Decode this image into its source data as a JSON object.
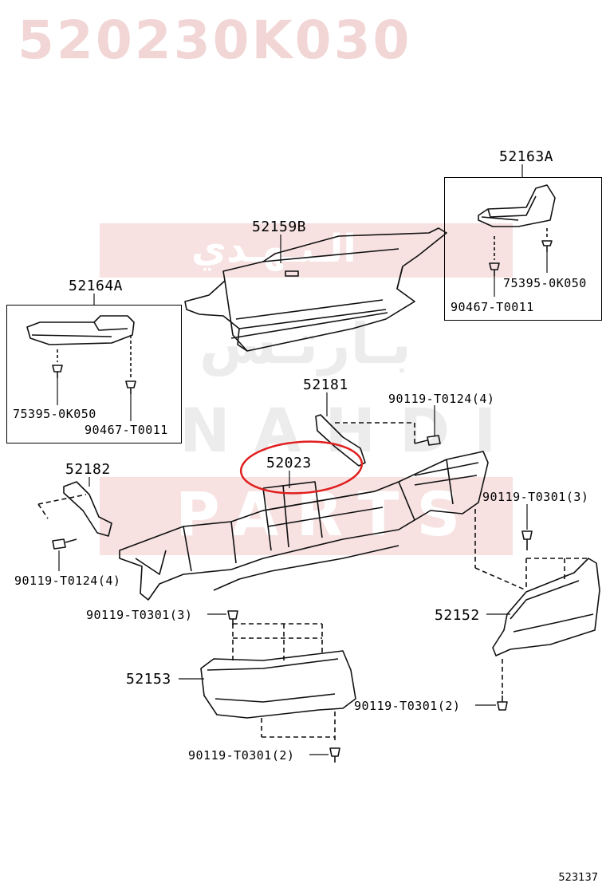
{
  "title": "520230K030",
  "watermark": {
    "arabic_top": "الـنـهـدي",
    "arabic_mid": "بـارتـس",
    "latin_top": "NAHDI",
    "latin_bottom": "PARTS"
  },
  "parts": {
    "p52163A": "52163A",
    "p52159B": "52159B",
    "p52164A": "52164A",
    "p75395_right": "75395-0K050",
    "p90467_right": "90467-T0011",
    "p75395_left": "75395-0K050",
    "p90467_left": "90467-T0011",
    "p52181": "52181",
    "p90119_T0124_4_right": "90119-T0124(4)",
    "p52023": "52023",
    "p52182": "52182",
    "p90119_T0301_3_right": "90119-T0301(3)",
    "p90119_T0124_4_left": "90119-T0124(4)",
    "p52152": "52152",
    "p90119_T0301_3_left": "90119-T0301(3)",
    "p52153": "52153",
    "p90119_T0301_2_right": "90119-T0301(2)",
    "p90119_T0301_2_bottom": "90119-T0301(2)"
  },
  "highlight_color": "#e02020",
  "diagram_number": "523137"
}
